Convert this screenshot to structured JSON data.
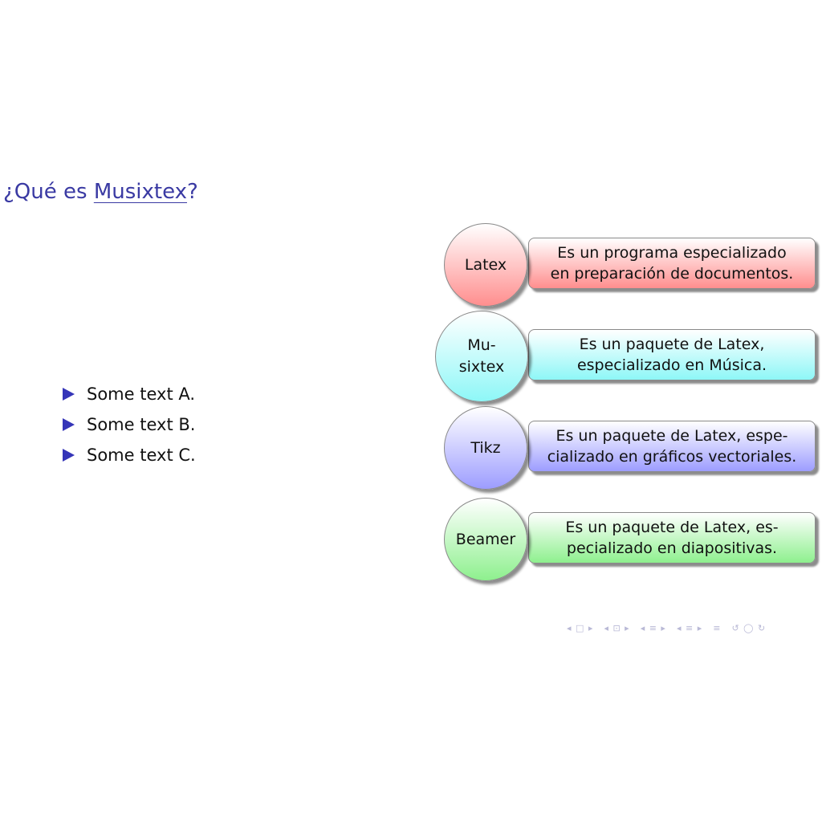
{
  "frame": {
    "title_prefix": "¿Qué es ",
    "title_link": "Musixtex",
    "title_suffix": "?"
  },
  "bullets": [
    "Some text A.",
    "Some text B.",
    "Some text C."
  ],
  "diagram": {
    "items": [
      {
        "circle_lines": [
          "Latex"
        ],
        "box_lines": [
          "Es un programa especializado",
          "en preparación de documentos."
        ],
        "color": "#ff8e8e"
      },
      {
        "circle_lines": [
          "Mu-",
          "sixtex"
        ],
        "box_lines": [
          "Es un paquete de Latex,",
          "especializado en Música."
        ],
        "color": "#8ef7f7"
      },
      {
        "circle_lines": [
          "Tikz"
        ],
        "box_lines": [
          "Es un paquete de Latex, espe-",
          "cializado en gráficos vectoriales."
        ],
        "color": "#9d9dff"
      },
      {
        "circle_lines": [
          "Beamer"
        ],
        "box_lines": [
          "Es un paquete de Latex, es-",
          "pecializado en diapositivas."
        ],
        "color": "#8ef08e"
      }
    ]
  },
  "navigation": {
    "icons": [
      "frame-nav-icon",
      "subsection-nav-icon",
      "section-nav-icon",
      "subsection-nav-icon",
      "appendix-icon",
      "search-undo-icon"
    ],
    "glyphs": [
      "◂ □ ▸",
      "◂ ⊡ ▸",
      "◂ ≡ ▸",
      "◂ ≡ ▸",
      "≡",
      "↺ ◯ ↻"
    ]
  }
}
